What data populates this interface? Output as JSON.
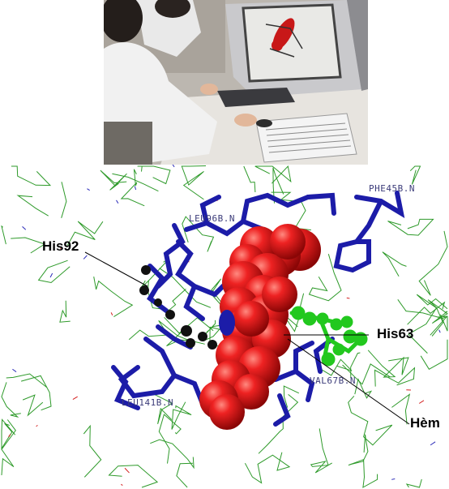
{
  "photo": {
    "description_icon": "lab-computer-photo-icon"
  },
  "molecule": {
    "residue_labels": [
      "LEU96B.N",
      "PHE45B.N",
      "VAL67B.N",
      "LEU141B.N"
    ],
    "callouts": [
      "His92",
      "His63",
      "Hèm"
    ],
    "colors": {
      "heme": "#e8191b",
      "protein_sticks": "#1c1ca8",
      "his63": "#22c81e",
      "his92": "#111111",
      "backbone": "#2e9a2a"
    }
  }
}
